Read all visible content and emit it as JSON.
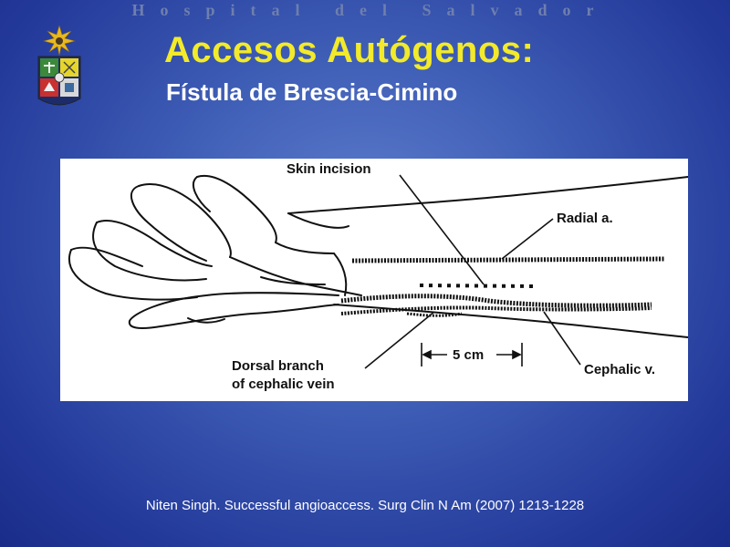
{
  "header": {
    "hospital_name": "Hospital del Salvador"
  },
  "slide": {
    "title": "Accesos Autógenos:",
    "subtitle": "Fístula de Brescia-Cimino"
  },
  "diagram": {
    "labels": {
      "skin_incision": "Skin incision",
      "radial_artery": "Radial  a.",
      "dorsal_branch_line1": "Dorsal branch",
      "dorsal_branch_line2": "of cephalic vein",
      "cephalic_vein": "Cephalic  v.",
      "scale": "5 cm"
    }
  },
  "footer": {
    "citation": "Niten Singh. Successful angioaccess. Surg Clin N Am (2007) 1213-1228"
  },
  "colors": {
    "title": "#f2ea2a",
    "subtitle": "#ffffff",
    "background": "#3e5db5"
  }
}
